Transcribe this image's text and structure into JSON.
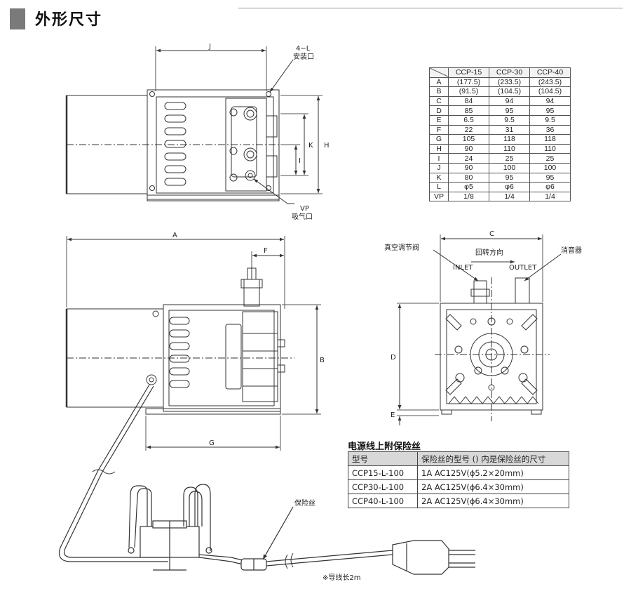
{
  "title": "外形尺寸",
  "dim_table": {
    "columns": [
      "CCP-15",
      "CCP-30",
      "CCP-40"
    ],
    "rows": [
      {
        "label": "A",
        "values": [
          "(177.5)",
          "(233.5)",
          "(243.5)"
        ]
      },
      {
        "label": "B",
        "values": [
          "(91.5)",
          "(104.5)",
          "(104.5)"
        ]
      },
      {
        "label": "C",
        "values": [
          "84",
          "94",
          "94"
        ]
      },
      {
        "label": "D",
        "values": [
          "85",
          "95",
          "95"
        ]
      },
      {
        "label": "E",
        "values": [
          "6.5",
          "9.5",
          "9.5"
        ]
      },
      {
        "label": "F",
        "values": [
          "22",
          "31",
          "36"
        ]
      },
      {
        "label": "G",
        "values": [
          "105",
          "118",
          "118"
        ]
      },
      {
        "label": "H",
        "values": [
          "90",
          "110",
          "110"
        ]
      },
      {
        "label": "I",
        "values": [
          "24",
          "25",
          "25"
        ]
      },
      {
        "label": "J",
        "values": [
          "90",
          "100",
          "100"
        ]
      },
      {
        "label": "K",
        "values": [
          "80",
          "95",
          "95"
        ]
      },
      {
        "label": "L",
        "values": [
          "φ5",
          "φ6",
          "φ6"
        ]
      },
      {
        "label": "VP",
        "values": [
          "1/8",
          "1/4",
          "1/4"
        ]
      }
    ]
  },
  "labels": {
    "top_j": "J",
    "top_h": "H",
    "top_k": "K",
    "top_i": "I",
    "mount_hole_1": "4−L",
    "mount_hole_2": "安装口",
    "vp_1": "VP",
    "vp_2": "吸气口",
    "side_a": "A",
    "side_f": "F",
    "side_b": "B",
    "side_g": "G",
    "front_c": "C",
    "front_d": "D",
    "front_e": "E",
    "valve": "真空调节阀",
    "rotation": "回转方向",
    "muffler": "消音器",
    "inlet": "INLET",
    "outlet": "OUTLET",
    "fuse_label": "保险丝",
    "cord_note": "※导线长2m"
  },
  "fuse_section": {
    "title": "电源线上附保险丝",
    "headers": [
      "型号",
      "保险丝的型号 () 内是保险丝的尺寸"
    ],
    "rows": [
      {
        "model": "CCP15-L-100",
        "fuse": "1A AC125V(ϕ5.2×20mm)"
      },
      {
        "model": "CCP30-L-100",
        "fuse": "2A AC125V(ϕ6.4×30mm)"
      },
      {
        "model": "CCP40-L-100",
        "fuse": "2A AC125V(ϕ6.4×30mm)"
      }
    ]
  }
}
